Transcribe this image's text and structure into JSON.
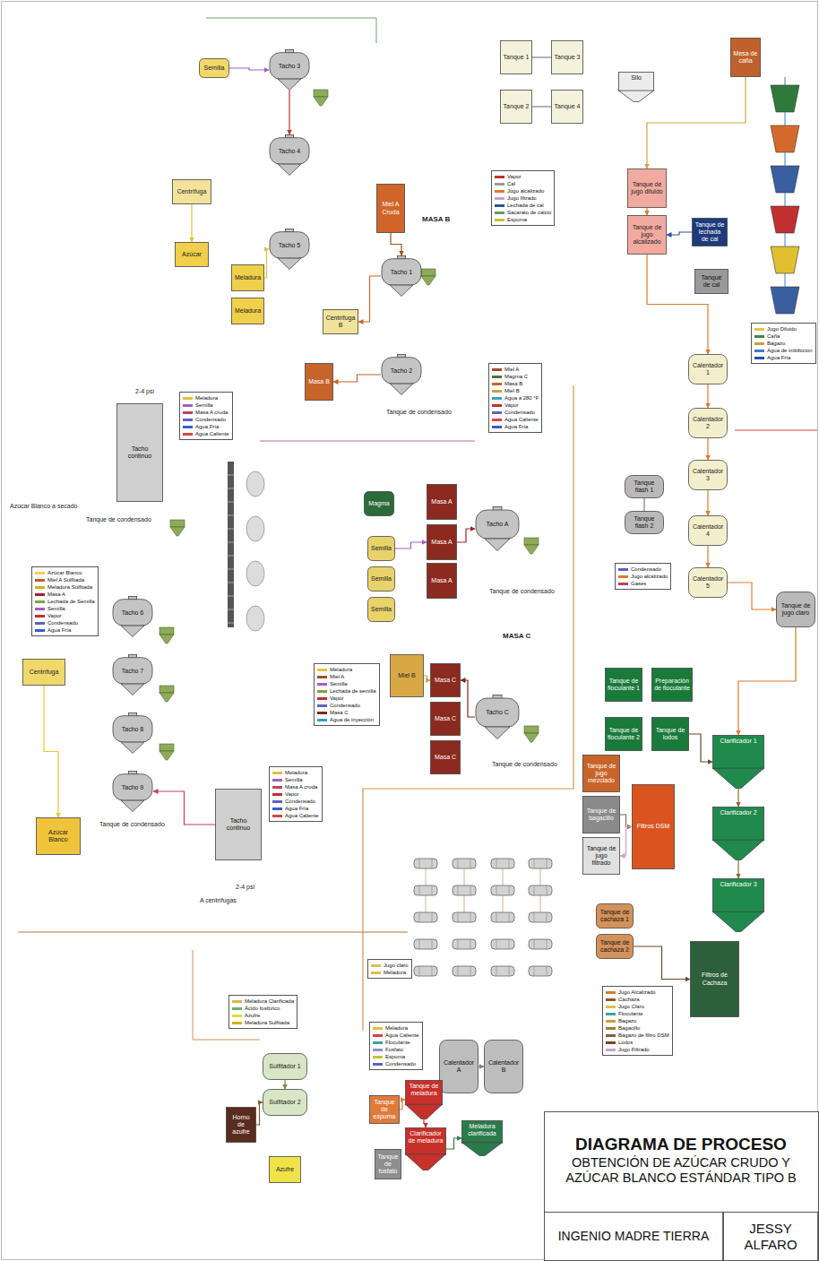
{
  "diagram": {
    "title": "DIAGRAMA DE PROCESO",
    "caption": "OBTENCIÓN DE AZÚCAR CRUDO Y AZÚCAR BLANCO ESTÁNDAR TIPO B",
    "nodes": [
      {
        "text": [
          "Mesa de caña"
        ]
      },
      {
        "text": [
          "Tanque de jugo diluido"
        ]
      },
      {
        "text": [
          "Tanque de jugo alcalizado"
        ]
      },
      {
        "text": [
          "Tanque de lechada de cal"
        ]
      },
      {
        "text": [
          "Tanque de cal"
        ]
      },
      {
        "text": [
          "Calentador 1"
        ]
      },
      {
        "text": [
          "Calentador 2"
        ]
      },
      {
        "text": [
          "Calentador 3"
        ]
      },
      {
        "text": [
          "Calentador 4"
        ]
      },
      {
        "text": [
          "Calentador 5"
        ]
      },
      {
        "text": [
          "Tanque flash 1"
        ]
      },
      {
        "text": [
          "Tanque flash 2"
        ]
      },
      {
        "text": [
          "Tanque de jugo claro"
        ]
      },
      {
        "text": [
          "Tanque de jugo mezclado"
        ]
      },
      {
        "text": [
          "Tanque de bagacillo"
        ]
      },
      {
        "text": [
          "Tanque de jugo filtrado"
        ]
      },
      {
        "text": [
          "Filtros DSM"
        ]
      },
      {
        "text": [
          "Clarificador 1"
        ]
      },
      {
        "text": [
          "Clarificador 2"
        ]
      },
      {
        "text": [
          "Clarificador 3"
        ]
      },
      {
        "text": [
          "Tanque de floculante 1"
        ]
      },
      {
        "text": [
          "Tanque de floculante 2"
        ]
      },
      {
        "text": [
          "Preparación de floculante"
        ]
      },
      {
        "text": [
          "Tanque de lodos"
        ]
      },
      {
        "text": [
          "Tanque de cachaza 1"
        ]
      },
      {
        "text": [
          "Tanque de cachaza 2"
        ]
      },
      {
        "text": [
          "Filtros de Cachaza"
        ]
      },
      {
        "text": [
          "Tacho 1"
        ]
      },
      {
        "text": [
          "Tacho 2"
        ]
      },
      {
        "text": [
          "Miel A Cruda"
        ]
      },
      {
        "text": [
          "Masa B"
        ]
      },
      {
        "text": [
          "Centrífuga B"
        ]
      },
      {
        "text": [
          "Tacho A"
        ]
      },
      {
        "text": [
          "Masa A"
        ]
      },
      {
        "text": [
          "Masa A"
        ]
      },
      {
        "text": [
          "Masa A"
        ]
      },
      {
        "text": [
          "Semilla"
        ]
      },
      {
        "text": [
          "Semilla"
        ]
      },
      {
        "text": [
          "Semilla"
        ]
      },
      {
        "text": [
          "Magma"
        ]
      },
      {
        "text": [
          "Tacho C"
        ]
      },
      {
        "text": [
          "Masa C"
        ]
      },
      {
        "text": [
          "Masa C"
        ]
      },
      {
        "text": [
          "Masa C"
        ]
      },
      {
        "text": [
          "Miel B"
        ]
      },
      {
        "text": [
          "Tacho 3"
        ]
      },
      {
        "text": [
          "Tacho 4"
        ]
      },
      {
        "text": [
          "Tacho 5"
        ]
      },
      {
        "text": [
          "Meladura"
        ]
      },
      {
        "text": [
          "Meladura"
        ]
      },
      {
        "text": [
          "Semilla"
        ]
      },
      {
        "text": [
          "Centrífuga"
        ]
      },
      {
        "text": [
          "Azúcar"
        ]
      },
      {
        "text": [
          "Tacho continuo"
        ]
      },
      {
        "text": [
          "Tacho 6"
        ]
      },
      {
        "text": [
          "Tacho 7"
        ]
      },
      {
        "text": [
          "Tacho 8"
        ]
      },
      {
        "text": [
          "Tacho 9"
        ]
      },
      {
        "text": [
          "Centrífuga"
        ]
      },
      {
        "text": [
          "Azúcar Blanco"
        ]
      },
      {
        "text": [
          "Tacho continuo"
        ]
      },
      {
        "text": [
          "Sulfitador 1"
        ]
      },
      {
        "text": [
          "Sulfitador 2"
        ]
      },
      {
        "text": [
          "Horno de azufre"
        ]
      },
      {
        "text": [
          "Azufre"
        ]
      },
      {
        "text": [
          "Calentador A"
        ]
      },
      {
        "text": [
          "Calentador B"
        ]
      },
      {
        "text": [
          "Tanque de meladura"
        ]
      },
      {
        "text": [
          "Clarificador de meladura"
        ]
      },
      {
        "text": [
          "Meladura clarificada"
        ]
      },
      {
        "text": [
          "Tanque de espuma"
        ]
      },
      {
        "text": [
          "Tanque de fosfato"
        ]
      },
      {
        "text": [
          "Tanque 1"
        ]
      },
      {
        "text": [
          "Tanque 2"
        ]
      },
      {
        "text": [
          "Tanque 3"
        ]
      },
      {
        "text": [
          "Tanque 4"
        ]
      },
      {
        "text": [
          "Silo"
        ]
      },
      {
        "text": [
          "INGENIO MADRE TIERRA"
        ]
      },
      {
        "text": [
          "JESSY ALFARO"
        ]
      }
    ],
    "edges": [
      {
        "from": 0,
        "to": 1,
        "arrow": "to"
      },
      {
        "from": 1,
        "to": 2,
        "arrow": "to"
      },
      {
        "from": 3,
        "to": 2,
        "arrow": "to"
      },
      {
        "from": 2,
        "to": 5,
        "arrow": "to"
      },
      {
        "from": 5,
        "to": 6,
        "arrow": "to"
      },
      {
        "from": 6,
        "to": 7,
        "arrow": "to"
      },
      {
        "from": 7,
        "to": 8,
        "arrow": "to"
      },
      {
        "from": 8,
        "to": 9,
        "arrow": "to"
      },
      {
        "from": 9,
        "to": 12,
        "arrow": "to"
      },
      {
        "from": 12,
        "to": 17,
        "arrow": "to"
      },
      {
        "from": 17,
        "to": 18,
        "arrow": "to"
      },
      {
        "from": 18,
        "to": 19,
        "arrow": "to"
      },
      {
        "from": 14,
        "to": 16,
        "arrow": "to"
      },
      {
        "from": 16,
        "to": 15,
        "arrow": "to"
      },
      {
        "from": 23,
        "to": 17,
        "arrow": "to"
      },
      {
        "from": 25,
        "to": 26,
        "arrow": "to"
      },
      {
        "from": 29,
        "to": 27,
        "arrow": "to"
      },
      {
        "from": 27,
        "to": 31,
        "arrow": "to"
      },
      {
        "from": 28,
        "to": 30,
        "arrow": "to"
      },
      {
        "from": 36,
        "to": 34,
        "arrow": "to"
      },
      {
        "from": 34,
        "to": 32,
        "arrow": "to"
      },
      {
        "from": 40,
        "to": 41,
        "arrow": "to"
      },
      {
        "from": 44,
        "to": 41,
        "arrow": "to"
      },
      {
        "from": 48,
        "to": 47,
        "arrow": "to"
      },
      {
        "from": 50,
        "to": 45,
        "arrow": "to"
      },
      {
        "from": 45,
        "to": 46,
        "arrow": "to"
      },
      {
        "from": 51,
        "to": 52,
        "arrow": "to"
      },
      {
        "from": 58,
        "to": 59,
        "arrow": "to"
      },
      {
        "from": 60,
        "to": 57,
        "arrow": "to"
      },
      {
        "from": 61,
        "to": 62,
        "arrow": "to"
      },
      {
        "from": 63,
        "to": 62,
        "arrow": "to"
      },
      {
        "from": 67,
        "to": 68,
        "arrow": "to"
      },
      {
        "from": 68,
        "to": 69,
        "arrow": "to"
      },
      {
        "from": 70,
        "to": 67,
        "arrow": "to"
      },
      {
        "from": 65,
        "to": 66,
        "arrow": "to"
      },
      {
        "from": 72,
        "to": 74,
        "arrow": "none"
      },
      {
        "from": 73,
        "to": 75,
        "arrow": "none"
      },
      {
        "from": 10,
        "to": 11,
        "arrow": "none"
      }
    ],
    "labels": [
      "MASA B",
      "MASA C",
      "2-4 psi",
      "2-4 psi",
      "A centrífugas",
      "Azúcar Blanco a secado",
      "Tanque de condensado",
      "Tanque de condensado",
      "Tanque de condensado",
      "Tanque de condensado",
      "Tanque de condensado"
    ],
    "legend": [
      {
        "text": "Jugo Diluido",
        "color": "#e8c24a"
      },
      {
        "text": "Caña",
        "color": "#3a8a3a"
      },
      {
        "text": "Bagazo",
        "color": "#c8a040"
      },
      {
        "text": "Agua de imbibición",
        "color": "#3a7ad0"
      },
      {
        "text": "Agua Fría",
        "color": "#2a4ab0"
      },
      {
        "text": "Vapor",
        "color": "#c03030"
      },
      {
        "text": "Cal",
        "color": "#9a9a9a"
      },
      {
        "text": "Jugo alcalizado",
        "color": "#e07a2a"
      },
      {
        "text": "Jugo filtrado",
        "color": "#c8a0d0"
      },
      {
        "text": "Lechada de cal",
        "color": "#3050a0"
      },
      {
        "text": "Sacarato de calcio",
        "color": "#60a060"
      },
      {
        "text": "Espuma",
        "color": "#c8c030"
      },
      {
        "text": "Miel A",
        "color": "#a05020"
      },
      {
        "text": "Magma C",
        "color": "#507030"
      },
      {
        "text": "Masa B",
        "color": "#c8642a"
      },
      {
        "text": "Miel B",
        "color": "#d0a040"
      },
      {
        "text": "Agua a 280 °F",
        "color": "#40a0c0"
      },
      {
        "text": "Vapor",
        "color": "#c03030"
      },
      {
        "text": "Condensado",
        "color": "#6060c0"
      },
      {
        "text": "Agua Caliente",
        "color": "#e04040"
      },
      {
        "text": "Agua Fría",
        "color": "#3060d0"
      },
      {
        "text": "Meladura",
        "color": "#e0c040"
      },
      {
        "text": "Semilla",
        "color": "#a060c0"
      },
      {
        "text": "Masa A cruda",
        "color": "#c04060"
      },
      {
        "text": "Condensado",
        "color": "#6060c0"
      },
      {
        "text": "Agua Fría",
        "color": "#3060d0"
      },
      {
        "text": "Agua Caliente",
        "color": "#e04040"
      },
      {
        "text": "Azúcar Blanco",
        "color": "#f0d050"
      },
      {
        "text": "Miel A Sulfitada",
        "color": "#c06020"
      },
      {
        "text": "Meladura Sulfitada",
        "color": "#d0b020"
      },
      {
        "text": "Masa A",
        "color": "#a02030"
      },
      {
        "text": "Lechada de Semilla",
        "color": "#80a040"
      },
      {
        "text": "Semilla",
        "color": "#a060c0"
      },
      {
        "text": "Vapor",
        "color": "#c03030"
      },
      {
        "text": "Condensado",
        "color": "#6060c0"
      },
      {
        "text": "Agua Fría",
        "color": "#3060d0"
      },
      {
        "text": "Meladura",
        "color": "#e0c040"
      },
      {
        "text": "Miel A",
        "color": "#a05020"
      },
      {
        "text": "Semilla",
        "color": "#a060c0"
      },
      {
        "text": "Lechada de semilla",
        "color": "#80a040"
      },
      {
        "text": "Vapor",
        "color": "#c03030"
      },
      {
        "text": "Condensado",
        "color": "#6060c0"
      },
      {
        "text": "Masa C",
        "color": "#7a2a20"
      },
      {
        "text": "Agua de inyección",
        "color": "#30a0c0"
      },
      {
        "text": "Condensado",
        "color": "#6060c0"
      },
      {
        "text": "Jugo alcalizado",
        "color": "#e07a2a"
      },
      {
        "text": "Gases",
        "color": "#c04060"
      },
      {
        "text": "Jugo Alcalizado",
        "color": "#e07a2a"
      },
      {
        "text": "Cachaza",
        "color": "#8a5a2a"
      },
      {
        "text": "Jugo Claro",
        "color": "#d8c050"
      },
      {
        "text": "Floculante",
        "color": "#40a0a0"
      },
      {
        "text": "Bagazo",
        "color": "#c8a040"
      },
      {
        "text": "Bagacillo",
        "color": "#a08030"
      },
      {
        "text": "Bagazo de filtro DSM",
        "color": "#806040"
      },
      {
        "text": "Lodos",
        "color": "#6a4a2a"
      },
      {
        "text": "Jugo Filtrado",
        "color": "#c8a0d0"
      },
      {
        "text": "Meladura",
        "color": "#e0c040"
      },
      {
        "text": "Semilla",
        "color": "#a060c0"
      },
      {
        "text": "Masa A cruda",
        "color": "#c04060"
      },
      {
        "text": "Vapor",
        "color": "#c03030"
      },
      {
        "text": "Condensado",
        "color": "#6060c0"
      },
      {
        "text": "Agua Fría",
        "color": "#3060d0"
      },
      {
        "text": "Agua Caliente",
        "color": "#e04040"
      },
      {
        "text": "Meladura",
        "color": "#e0c040"
      },
      {
        "text": "Agua Caliente",
        "color": "#e04040"
      },
      {
        "text": "Floculante",
        "color": "#40a0a0"
      },
      {
        "text": "Fosfato",
        "color": "#9090d0"
      },
      {
        "text": "Espuma",
        "color": "#c8c030"
      },
      {
        "text": "Condensado",
        "color": "#6060c0"
      },
      {
        "text": "Meladura Clarificada",
        "color": "#e8b040"
      },
      {
        "text": "Ácido fosfórico",
        "color": "#70b070"
      },
      {
        "text": "Azufre",
        "color": "#e0e030"
      },
      {
        "text": "Meladura Sulfitada",
        "color": "#d0b020"
      },
      {
        "text": "Jugo claro",
        "color": "#d8c050"
      },
      {
        "text": "Meladura",
        "color": "#e0c040"
      }
    ]
  }
}
